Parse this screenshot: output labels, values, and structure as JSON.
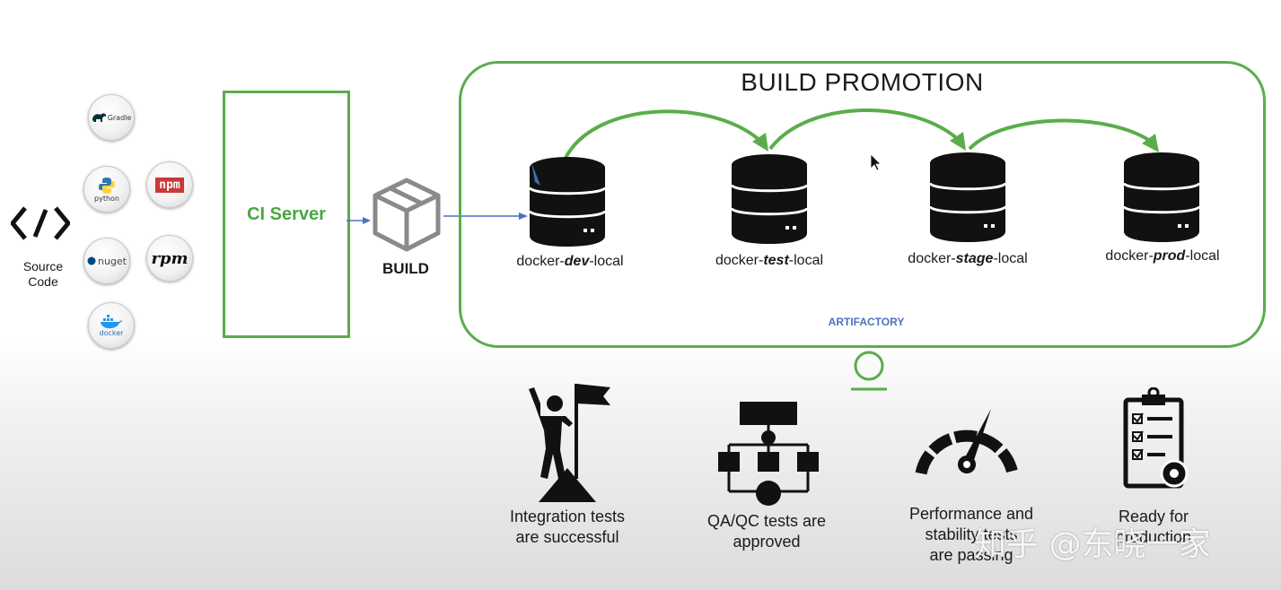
{
  "source": {
    "icon": "code-brackets-icon",
    "label_line1": "Source",
    "label_line2": "Code"
  },
  "tools": [
    {
      "name": "gradle",
      "label": "Gradle"
    },
    {
      "name": "python",
      "label": "python"
    },
    {
      "name": "npm",
      "label": "npm"
    },
    {
      "name": "nuget",
      "label": "nuget"
    },
    {
      "name": "rpm",
      "label": "rpm"
    },
    {
      "name": "docker",
      "label": "docker"
    }
  ],
  "ci_server": {
    "label": "CI Server"
  },
  "build": {
    "label": "BUILD",
    "icon": "package-box-icon"
  },
  "promotion": {
    "title": "BUILD PROMOTION",
    "footer": "ARTIFACTORY",
    "repos": [
      {
        "prefix": "docker-",
        "stage": "dev",
        "suffix": "-local"
      },
      {
        "prefix": "docker-",
        "stage": "test",
        "suffix": "-local"
      },
      {
        "prefix": "docker-",
        "stage": "stage",
        "suffix": "-local"
      },
      {
        "prefix": "docker-",
        "stage": "prod",
        "suffix": "-local"
      }
    ]
  },
  "criteria": [
    {
      "icon": "climber-flag-icon",
      "line1": "Integration tests",
      "line2": "are successful"
    },
    {
      "icon": "flowchart-icon",
      "line1": "QA/QC tests are",
      "line2": "approved"
    },
    {
      "icon": "speedometer-icon",
      "line1": "Performance and",
      "line2": "stability tests",
      "line3": "are passing"
    },
    {
      "icon": "checklist-gear-icon",
      "line1": "Ready for",
      "line2": "production"
    }
  ],
  "watermark": "知乎 @东晓一家",
  "colors": {
    "green": "#5aad4a",
    "blue_arrow": "#4a72c4",
    "artifactory": "#4f6fbf"
  }
}
